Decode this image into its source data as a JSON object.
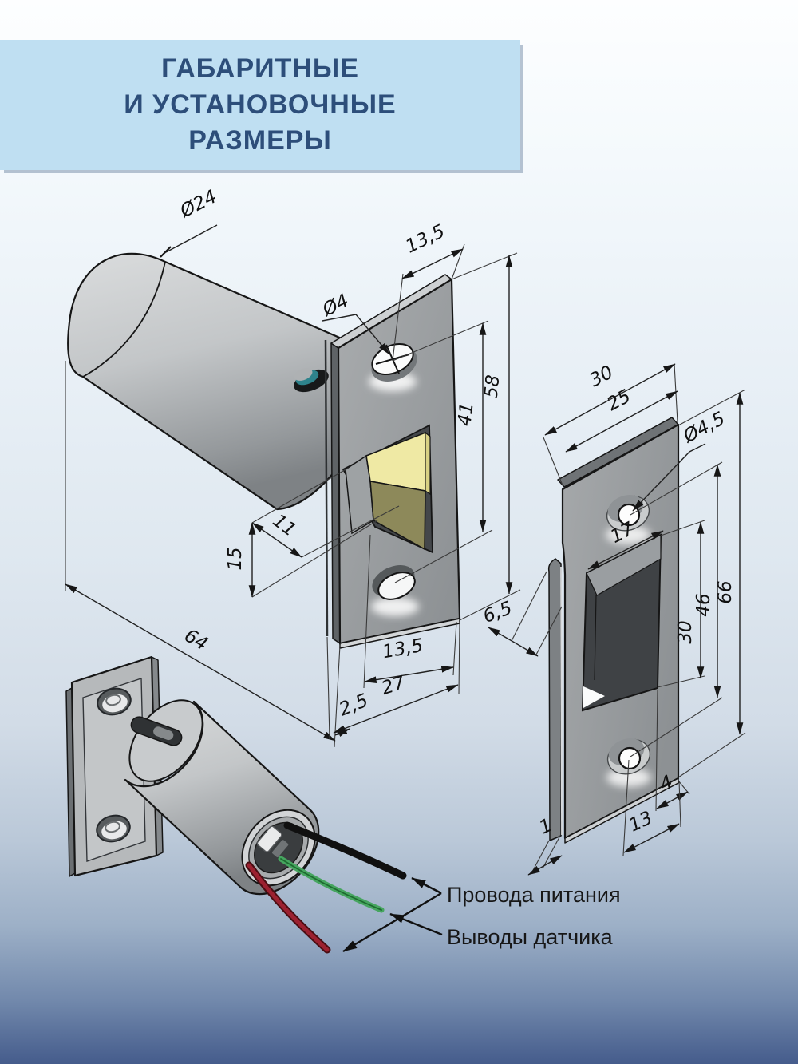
{
  "header": {
    "line1": "ГАБАРИТНЫЕ",
    "line2": "И УСТАНОВОЧНЫЕ",
    "line3": "РАЗМЕРЫ"
  },
  "colors": {
    "header_bg": "#bfdff2",
    "header_text": "#2d4e7a",
    "background_bottom": "#455c8c",
    "metal_light": "#d8dadb",
    "metal_dark": "#898d90",
    "bolt_yellow": "#efe9a4",
    "bolt_olive": "#8d895a",
    "seal_teal": "#2e838c",
    "wire_black": "#101010",
    "wire_green": "#46a55f",
    "wire_red": "#9c2130"
  },
  "latch_view": {
    "dims": {
      "d24": "Ø24",
      "d4": "Ø4",
      "w_top": "13,5",
      "h41": "41",
      "h58": "58",
      "w11": "11",
      "h15": "15",
      "l64": "64",
      "w_bottom": "13,5",
      "t25": "2,5",
      "w27": "27"
    }
  },
  "strike_view": {
    "dims": {
      "g65": "6,5",
      "w30": "30",
      "w25": "25",
      "d45": "Ø4,5",
      "w17": "17",
      "h30": "30",
      "h46": "46",
      "h66": "66",
      "b4": "4",
      "b13": "13",
      "t1": "1"
    }
  },
  "wires_view": {
    "labels": {
      "power": "Провода питания",
      "sensor": "Выводы датчика"
    }
  }
}
